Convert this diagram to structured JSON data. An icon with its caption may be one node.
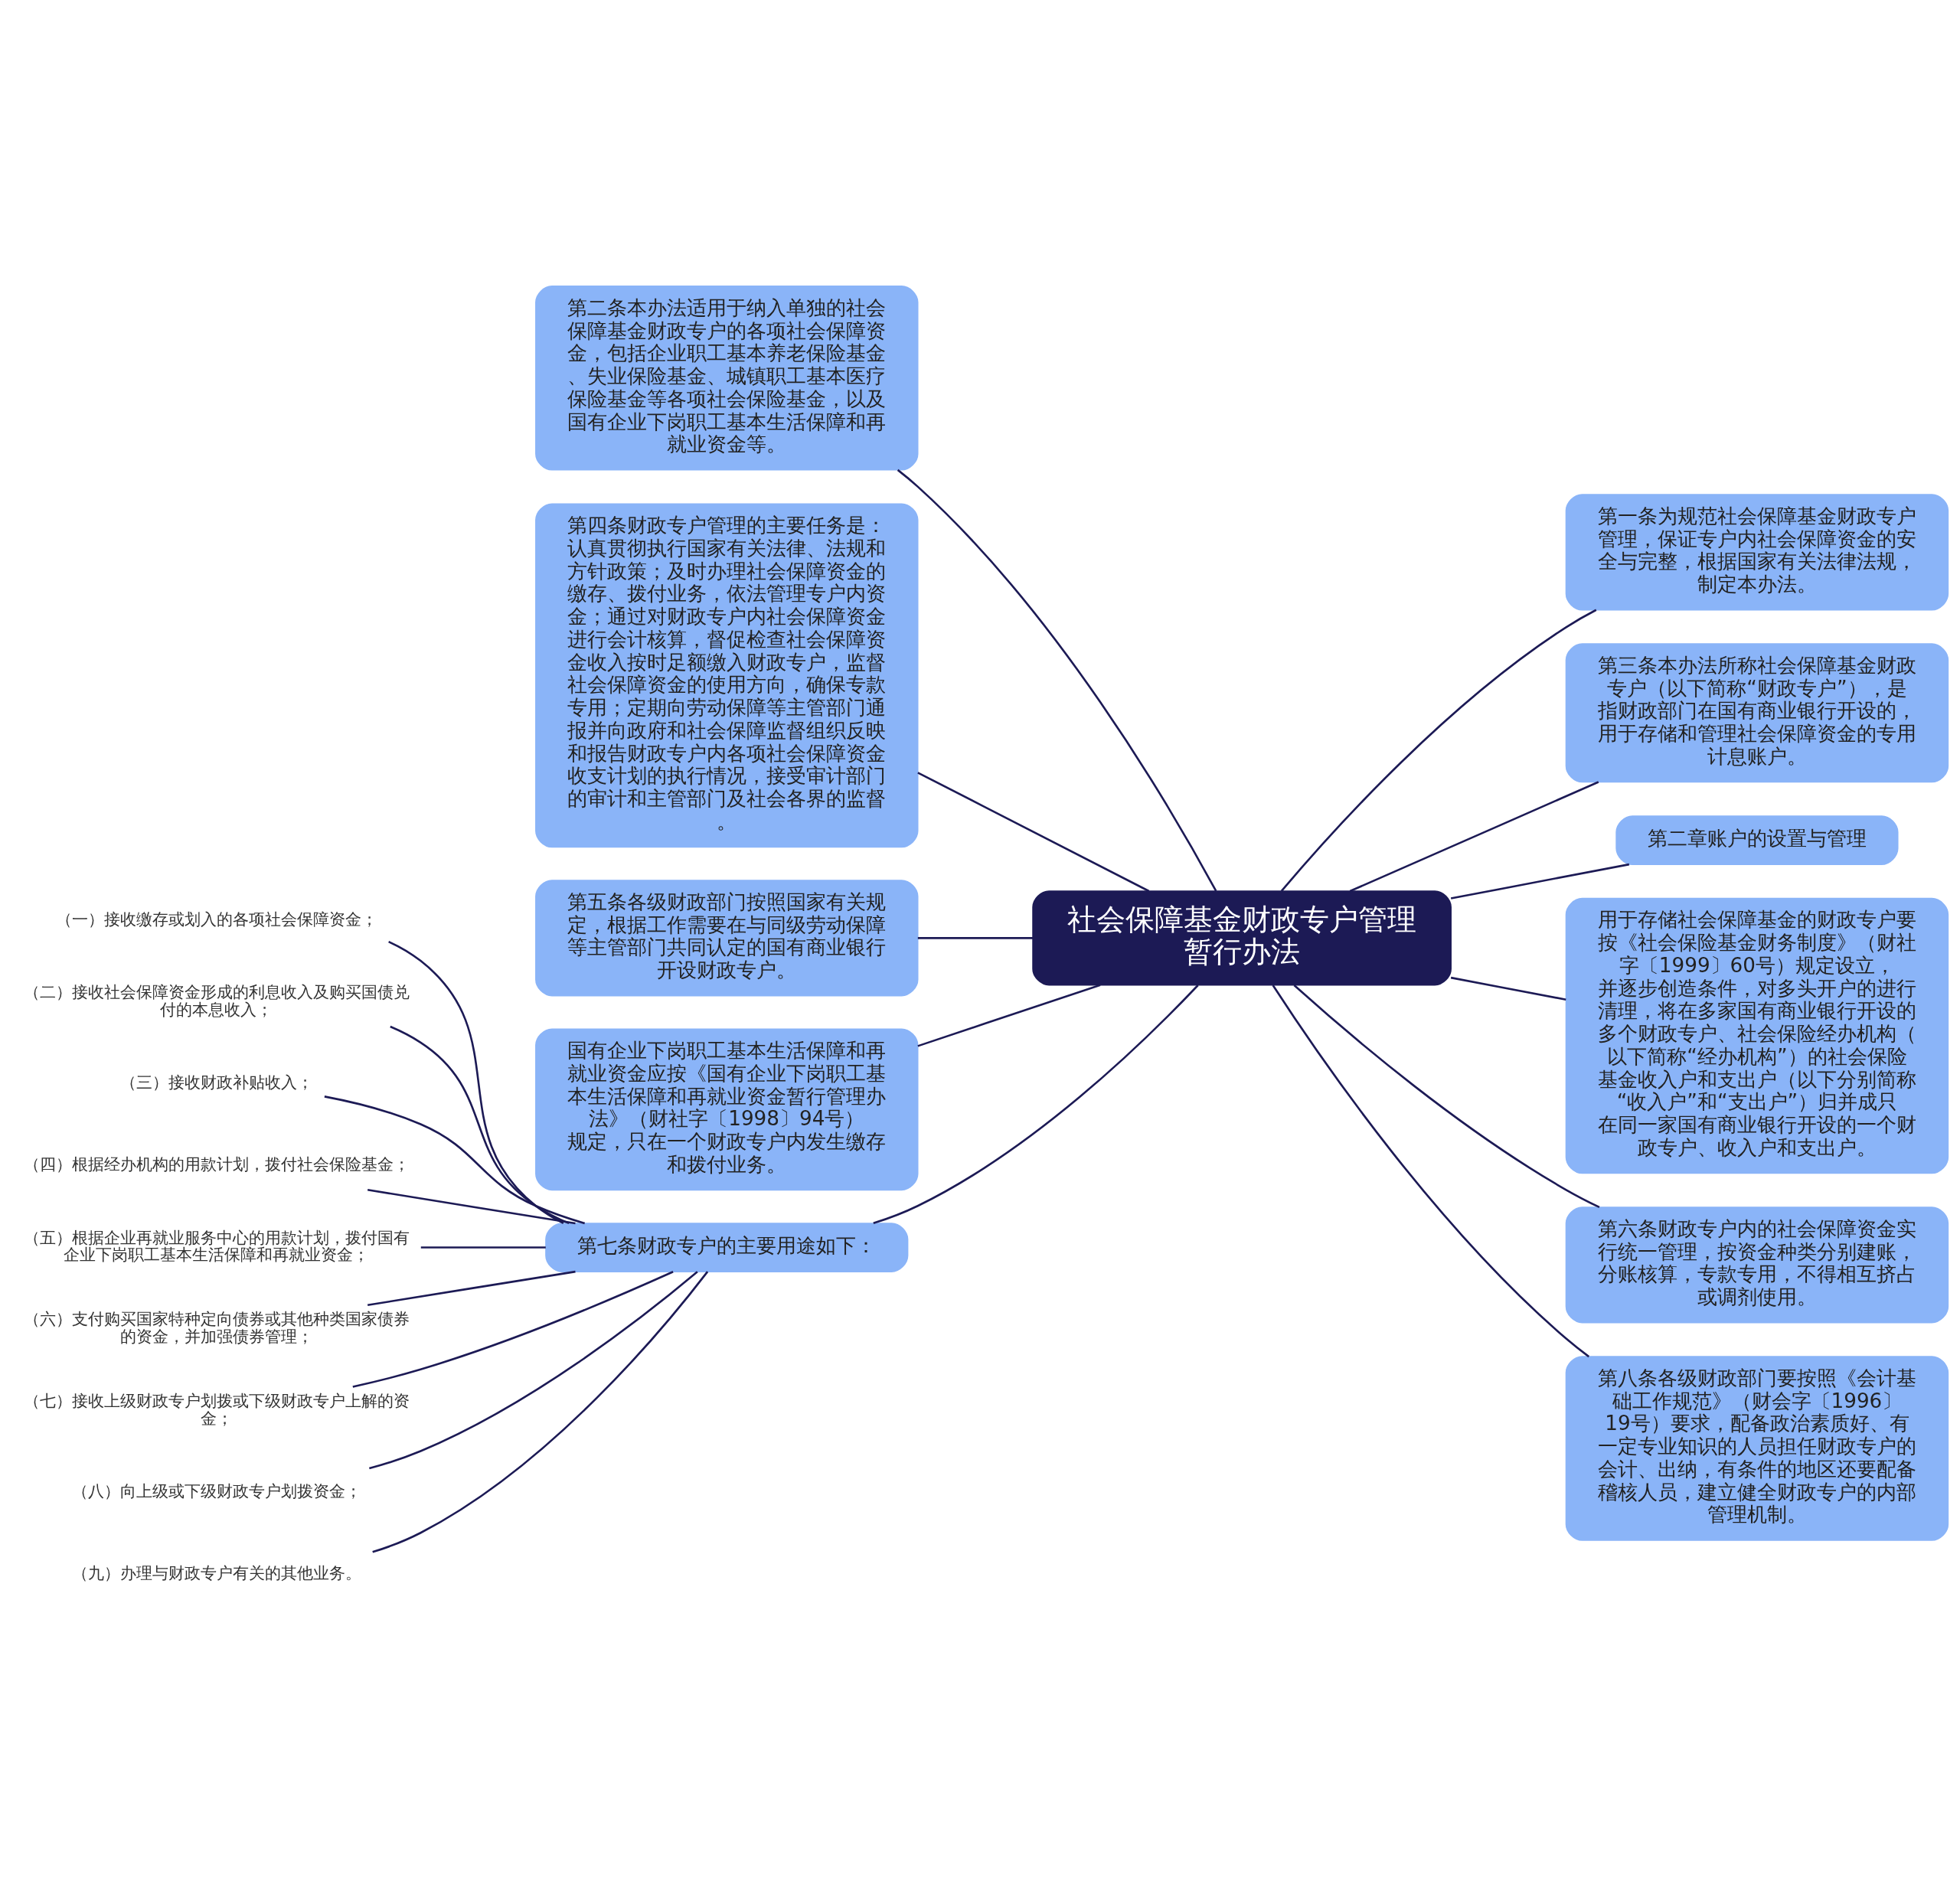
{
  "diagram": {
    "nodes": [
      {
        "text": [
          "社会保障基金财政专户管理暂行办法"
        ]
      },
      {
        "text": [
          "第二条本办法适用于纳入单独的社会保障基金财政专户的各项社会保障资金，包括企业职工基本养老保险基金、失业保险基金、城镇职工基本医疗保险基金等各项社会保险基金，以及国有企业下岗职工基本生活保障和再就业资金等。"
        ]
      },
      {
        "text": [
          "第四条财政专户管理的主要任务是：认真贯彻执行国家有关法律、法规和方针政策；及时办理社会保障资金的缴存、拨付业务，依法管理专户内资金；通过对财政专户内社会保障资金进行会计核算，督促检查社会保障资金收入按时足额缴入财政专户，监督社会保障资金的使用方向，确保专款专用；定期向劳动保障等主管部门通报并向政府和社会保障监督组织反映和报告财政专户内各项社会保障资金收支计划的执行情况，接受审计部门的审计和主管部门及社会各界的监督。"
        ]
      },
      {
        "text": [
          "第五条各级财政部门按照国家有关规定，根据工作需要在与同级劳动保障等主管部门共同认定的国有商业银行开设财政专户。"
        ]
      },
      {
        "text": [
          "国有企业下岗职工基本生活保障和再就业资金应按《国有企业下岗职工基本生活保障和再就业资金暂行管理办法》（财社字〔1998〕94号）规定，只在一个财政专户内发生缴存和拨付业务。"
        ]
      },
      {
        "text": [
          "第七条财政专户的主要用途如下："
        ]
      },
      {
        "text": [
          "（一）接收缴存或划入的各项社会保障资金；"
        ]
      },
      {
        "text": [
          "（二）接收社会保障资金形成的利息收入及购买国债兑付的本息收入；"
        ]
      },
      {
        "text": [
          "（三）接收财政补贴收入；"
        ]
      },
      {
        "text": [
          "（四）根据经办机构的用款计划，拨付社会保险基金；"
        ]
      },
      {
        "text": [
          "（五）根据企业再就业服务中心的用款计划，拨付国有企业下岗职工基本生活保障和再就业资金；"
        ]
      },
      {
        "text": [
          "（六）支付购买国家特种定向债券或其他种类国家债券的资金，并加强债券管理；"
        ]
      },
      {
        "text": [
          "（七）接收上级财政专户划拨或下级财政专户上解的资金；"
        ]
      },
      {
        "text": [
          "（八）向上级或下级财政专户划拨资金；"
        ]
      },
      {
        "text": [
          "（九）办理与财政专户有关的其他业务。"
        ]
      },
      {
        "text": [
          "第一条为规范社会保障基金财政专户管理，保证专户内社会保障资金的安全与完整，根据国家有关法律法规，制定本办法。"
        ]
      },
      {
        "text": [
          "第三条本办法所称社会保障基金财政专户（以下简称“财政专户”），是指财政部门在国有商业银行开设的，用于存储和管理社会保障资金的专用计息账户。"
        ]
      },
      {
        "text": [
          "第二章账户的设置与管理"
        ]
      },
      {
        "text": [
          "用于存储社会保障基金的财政专户要按《社会保险基金财务制度》（财社字〔1999〕60号）规定设立，并逐步创造条件，对多头开户的进行清理，将在多家国有商业银行开设的多个财政专户、社会保险经办机构（以下简称“经办机构”）的社会保险基金收入户和支出户（以下分别简称“收入户”和“支出户”）归并成只在同一家国有商业银行开设的一个财政专户、收入户和支出户。"
        ]
      },
      {
        "text": [
          "第六条财政专户内的社会保障资金实行统一管理，按资金种类分别建账，分账核算，专款专用，不得相互挤占或调剂使用。"
        ]
      },
      {
        "text": [
          "第八条各级财政部门要按照《会计基础工作规范》（财会字〔1996〕19号）要求，配备政治素质好、有一定专业知识的人员担任财政专户的会计、出纳，有条件的地区还要配备稽核人员，建立健全财政专户的内部管理机制。"
        ]
      }
    ],
    "edges": [
      {
        "from": 0,
        "to": 1,
        "arrow": "none"
      },
      {
        "from": 0,
        "to": 2,
        "arrow": "none"
      },
      {
        "from": 0,
        "to": 3,
        "arrow": "none"
      },
      {
        "from": 0,
        "to": 4,
        "arrow": "none"
      },
      {
        "from": 0,
        "to": 5,
        "arrow": "none"
      },
      {
        "from": 5,
        "to": 6,
        "arrow": "none"
      },
      {
        "from": 5,
        "to": 7,
        "arrow": "none"
      },
      {
        "from": 5,
        "to": 8,
        "arrow": "none"
      },
      {
        "from": 5,
        "to": 9,
        "arrow": "none"
      },
      {
        "from": 5,
        "to": 10,
        "arrow": "none"
      },
      {
        "from": 5,
        "to": 11,
        "arrow": "none"
      },
      {
        "from": 5,
        "to": 12,
        "arrow": "none"
      },
      {
        "from": 5,
        "to": 13,
        "arrow": "none"
      },
      {
        "from": 5,
        "to": 14,
        "arrow": "none"
      },
      {
        "from": 0,
        "to": 15,
        "arrow": "none"
      },
      {
        "from": 0,
        "to": 16,
        "arrow": "none"
      },
      {
        "from": 0,
        "to": 17,
        "arrow": "none"
      },
      {
        "from": 0,
        "to": 18,
        "arrow": "none"
      },
      {
        "from": 0,
        "to": 19,
        "arrow": "none"
      },
      {
        "from": 0,
        "to": 20,
        "arrow": "none"
      }
    ]
  }
}
